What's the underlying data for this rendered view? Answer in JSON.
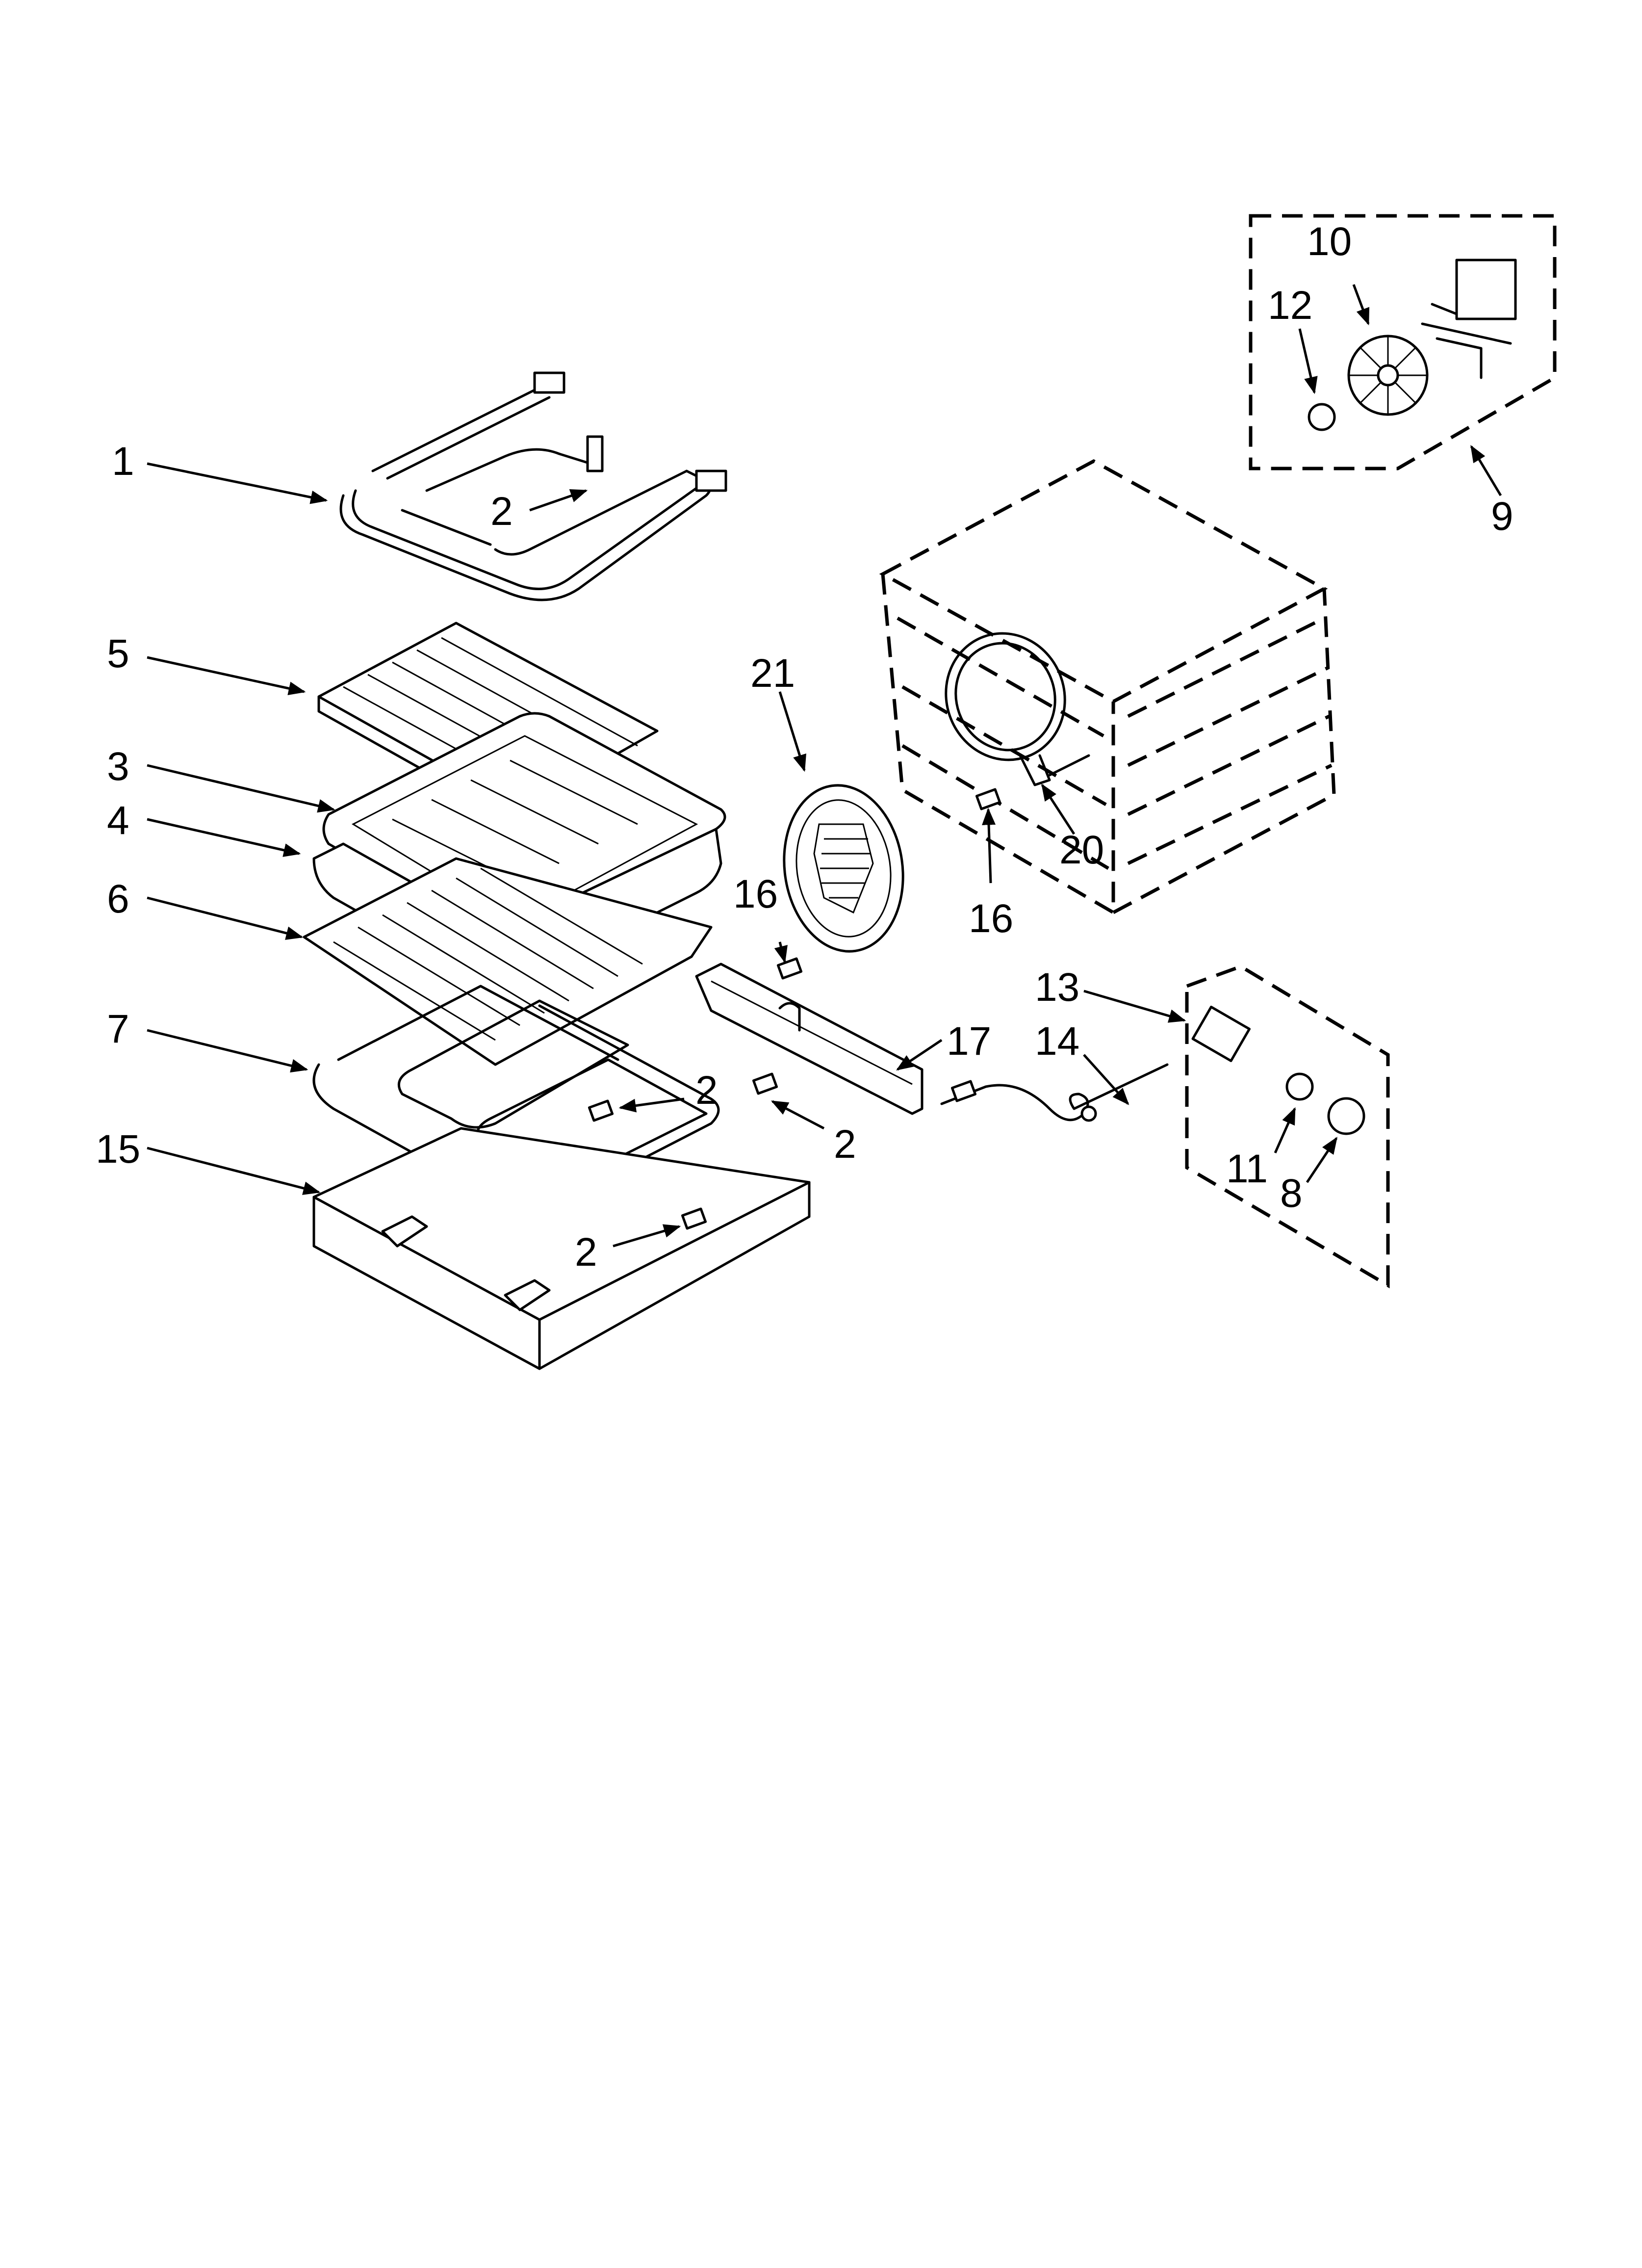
{
  "callouts": {
    "c1": "1",
    "c2a": "2",
    "c2b": "2",
    "c2c": "2",
    "c2d": "2",
    "c3": "3",
    "c4": "4",
    "c5": "5",
    "c6": "6",
    "c7": "7",
    "c8": "8",
    "c9": "9",
    "c10": "10",
    "c11": "11",
    "c12": "12",
    "c13": "13",
    "c14": "14",
    "c15": "15",
    "c16a": "16",
    "c16b": "16",
    "c17": "17",
    "c20": "20",
    "c21": "21"
  }
}
